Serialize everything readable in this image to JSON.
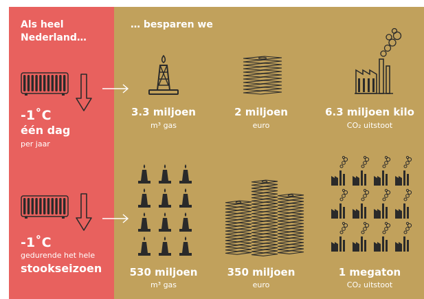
{
  "left": {
    "intro_line1": "Als heel",
    "intro_line2": "Nederland…",
    "scenario_one": {
      "temp": "-1˚C",
      "duration": "één dag",
      "period": "per jaar"
    },
    "scenario_two": {
      "temp": "-1˚C",
      "period": "gedurende het hele",
      "duration": "stookseizoen"
    }
  },
  "right": {
    "heading": "… besparen we",
    "row_one": [
      {
        "value": "3.3 miljoen",
        "unit": "m³ gas",
        "icon": "gas-rig-icon"
      },
      {
        "value": "2 miljoen",
        "unit": "euro",
        "icon": "money-stack-icon"
      },
      {
        "value": "6.3 miljoen kilo",
        "unit": "CO₂ uitstoot",
        "icon": "factory-icon"
      }
    ],
    "row_two": [
      {
        "value": "530 miljoen",
        "unit": "m³ gas",
        "icon": "gas-rig-grid-icon"
      },
      {
        "value": "350 miljoen",
        "unit": "euro",
        "icon": "money-stacks-icon"
      },
      {
        "value": "1 megaton",
        "unit": "CO₂ uitstoot",
        "icon": "factory-grid-icon"
      }
    ]
  },
  "colors": {
    "left_bg": "#E8615E",
    "right_bg": "#C1A15C",
    "ink": "#2A2A2A",
    "text": "#FFFFFF"
  }
}
